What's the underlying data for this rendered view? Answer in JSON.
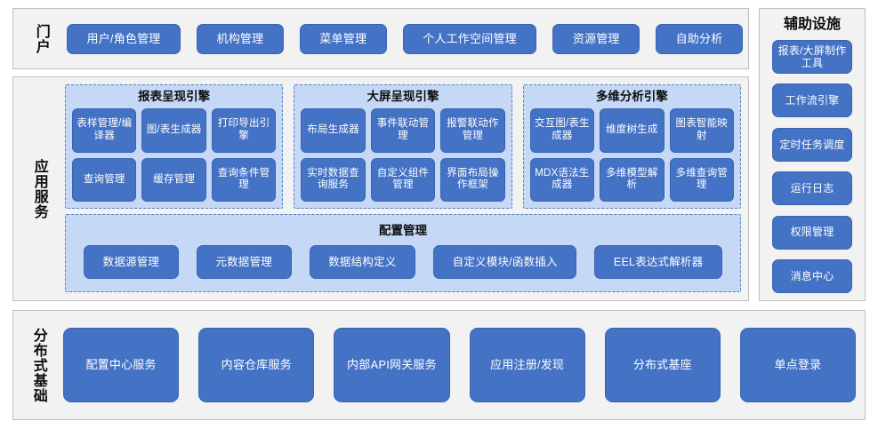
{
  "portal": {
    "label": "门户",
    "items": [
      {
        "label": "用户/角色管理"
      },
      {
        "label": "机构管理"
      },
      {
        "label": "菜单管理"
      },
      {
        "label": "个人工作空间管理"
      },
      {
        "label": "资源管理"
      },
      {
        "label": "自助分析"
      }
    ]
  },
  "app_services": {
    "label": "应用服务",
    "engines": [
      {
        "title": "报表呈现引擎",
        "items": [
          "表样管理/编译器",
          "图/表生成器",
          "打印导出引擎",
          "查询管理",
          "缓存管理",
          "查询条件管理"
        ]
      },
      {
        "title": "大屏呈现引擎",
        "items": [
          "布局生成器",
          "事件联动管理",
          "报警联动作管理",
          "实时数据查询服务",
          "自定义组件管理",
          "界面布局操作框架"
        ]
      },
      {
        "title": "多维分析引擎",
        "items": [
          "交互图/表生成器",
          "维度树生成",
          "图表智能映射",
          "MDX语法生成器",
          "多维模型解析",
          "多维查询管理"
        ]
      }
    ],
    "config": {
      "title": "配置管理",
      "items": [
        "数据源管理",
        "元数据管理",
        "数据结构定义",
        "自定义模块/函数插入",
        "EEL表达式解析器"
      ]
    }
  },
  "auxiliary": {
    "title": "辅助设施",
    "items": [
      "报表/大屏制作工具",
      "工作流引擎",
      "定时任务调度",
      "运行日志",
      "权限管理",
      "消息中心"
    ]
  },
  "distributed": {
    "label": "分布式基础",
    "items": [
      "配置中心服务",
      "内容仓库服务",
      "内部API网关服务",
      "应用注册/发现",
      "分布式基座",
      "单点登录"
    ]
  },
  "colors": {
    "pill_blue": "#4472C4",
    "panel_blue": "#C5D9F7",
    "section_gray": "#F2F2F2",
    "border_gray": "#BFBFBF",
    "dashed_border": "#5B7FC0"
  }
}
